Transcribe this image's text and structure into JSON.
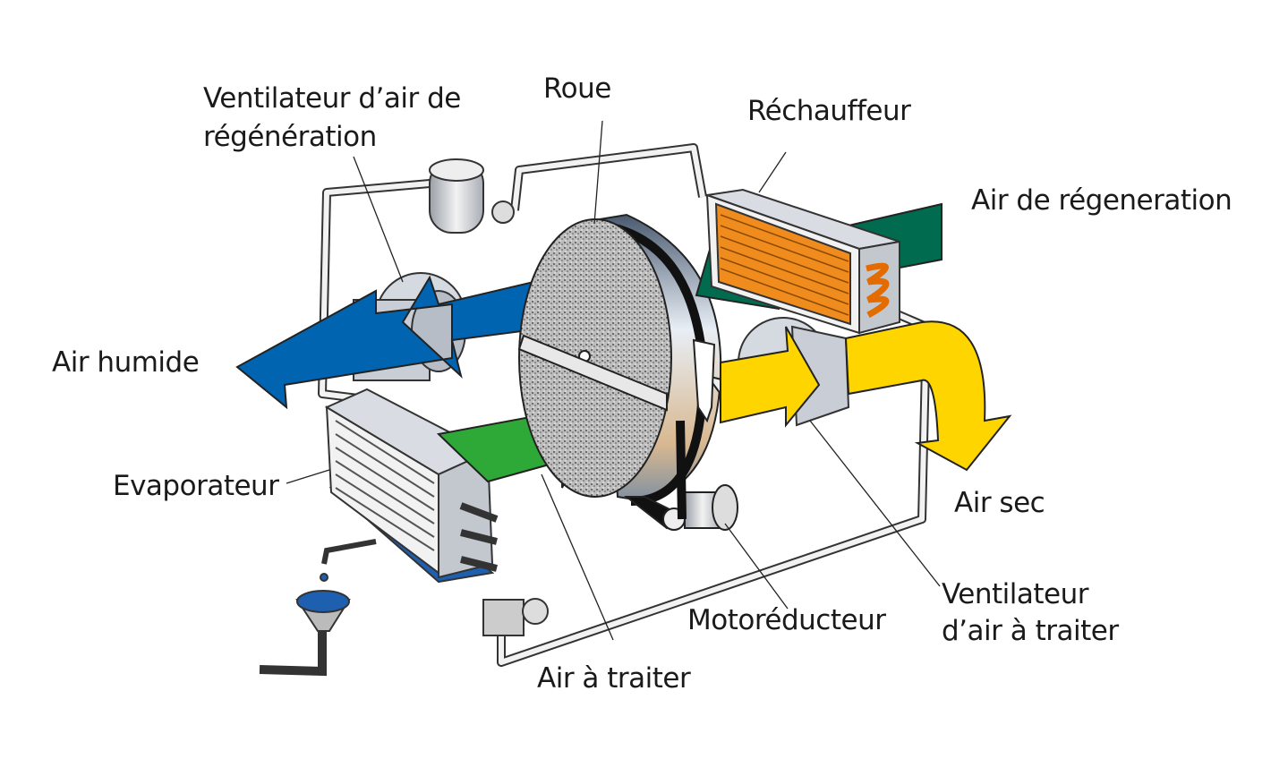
{
  "labels": {
    "regen_fan_line1": "Ventilateur d’air de",
    "regen_fan_line2": "régénération",
    "wheel": "Roue",
    "heater": "Réchauffeur",
    "regen_air": "Air de régeneration",
    "humid_air": "Air humide",
    "evaporator": "Evaporateur",
    "dry_air": "Air sec",
    "process_fan_line1": "Ventilateur",
    "process_fan_line2": "d’air à traiter",
    "gear_motor": "Motoréducteur",
    "process_air": "Air à traiter"
  },
  "colors": {
    "humid_air": "#0064b0",
    "process_air": "#2ea836",
    "regen_air": "#006b4f",
    "dry_air": "#ffd500",
    "heater": "#f08c1e"
  }
}
